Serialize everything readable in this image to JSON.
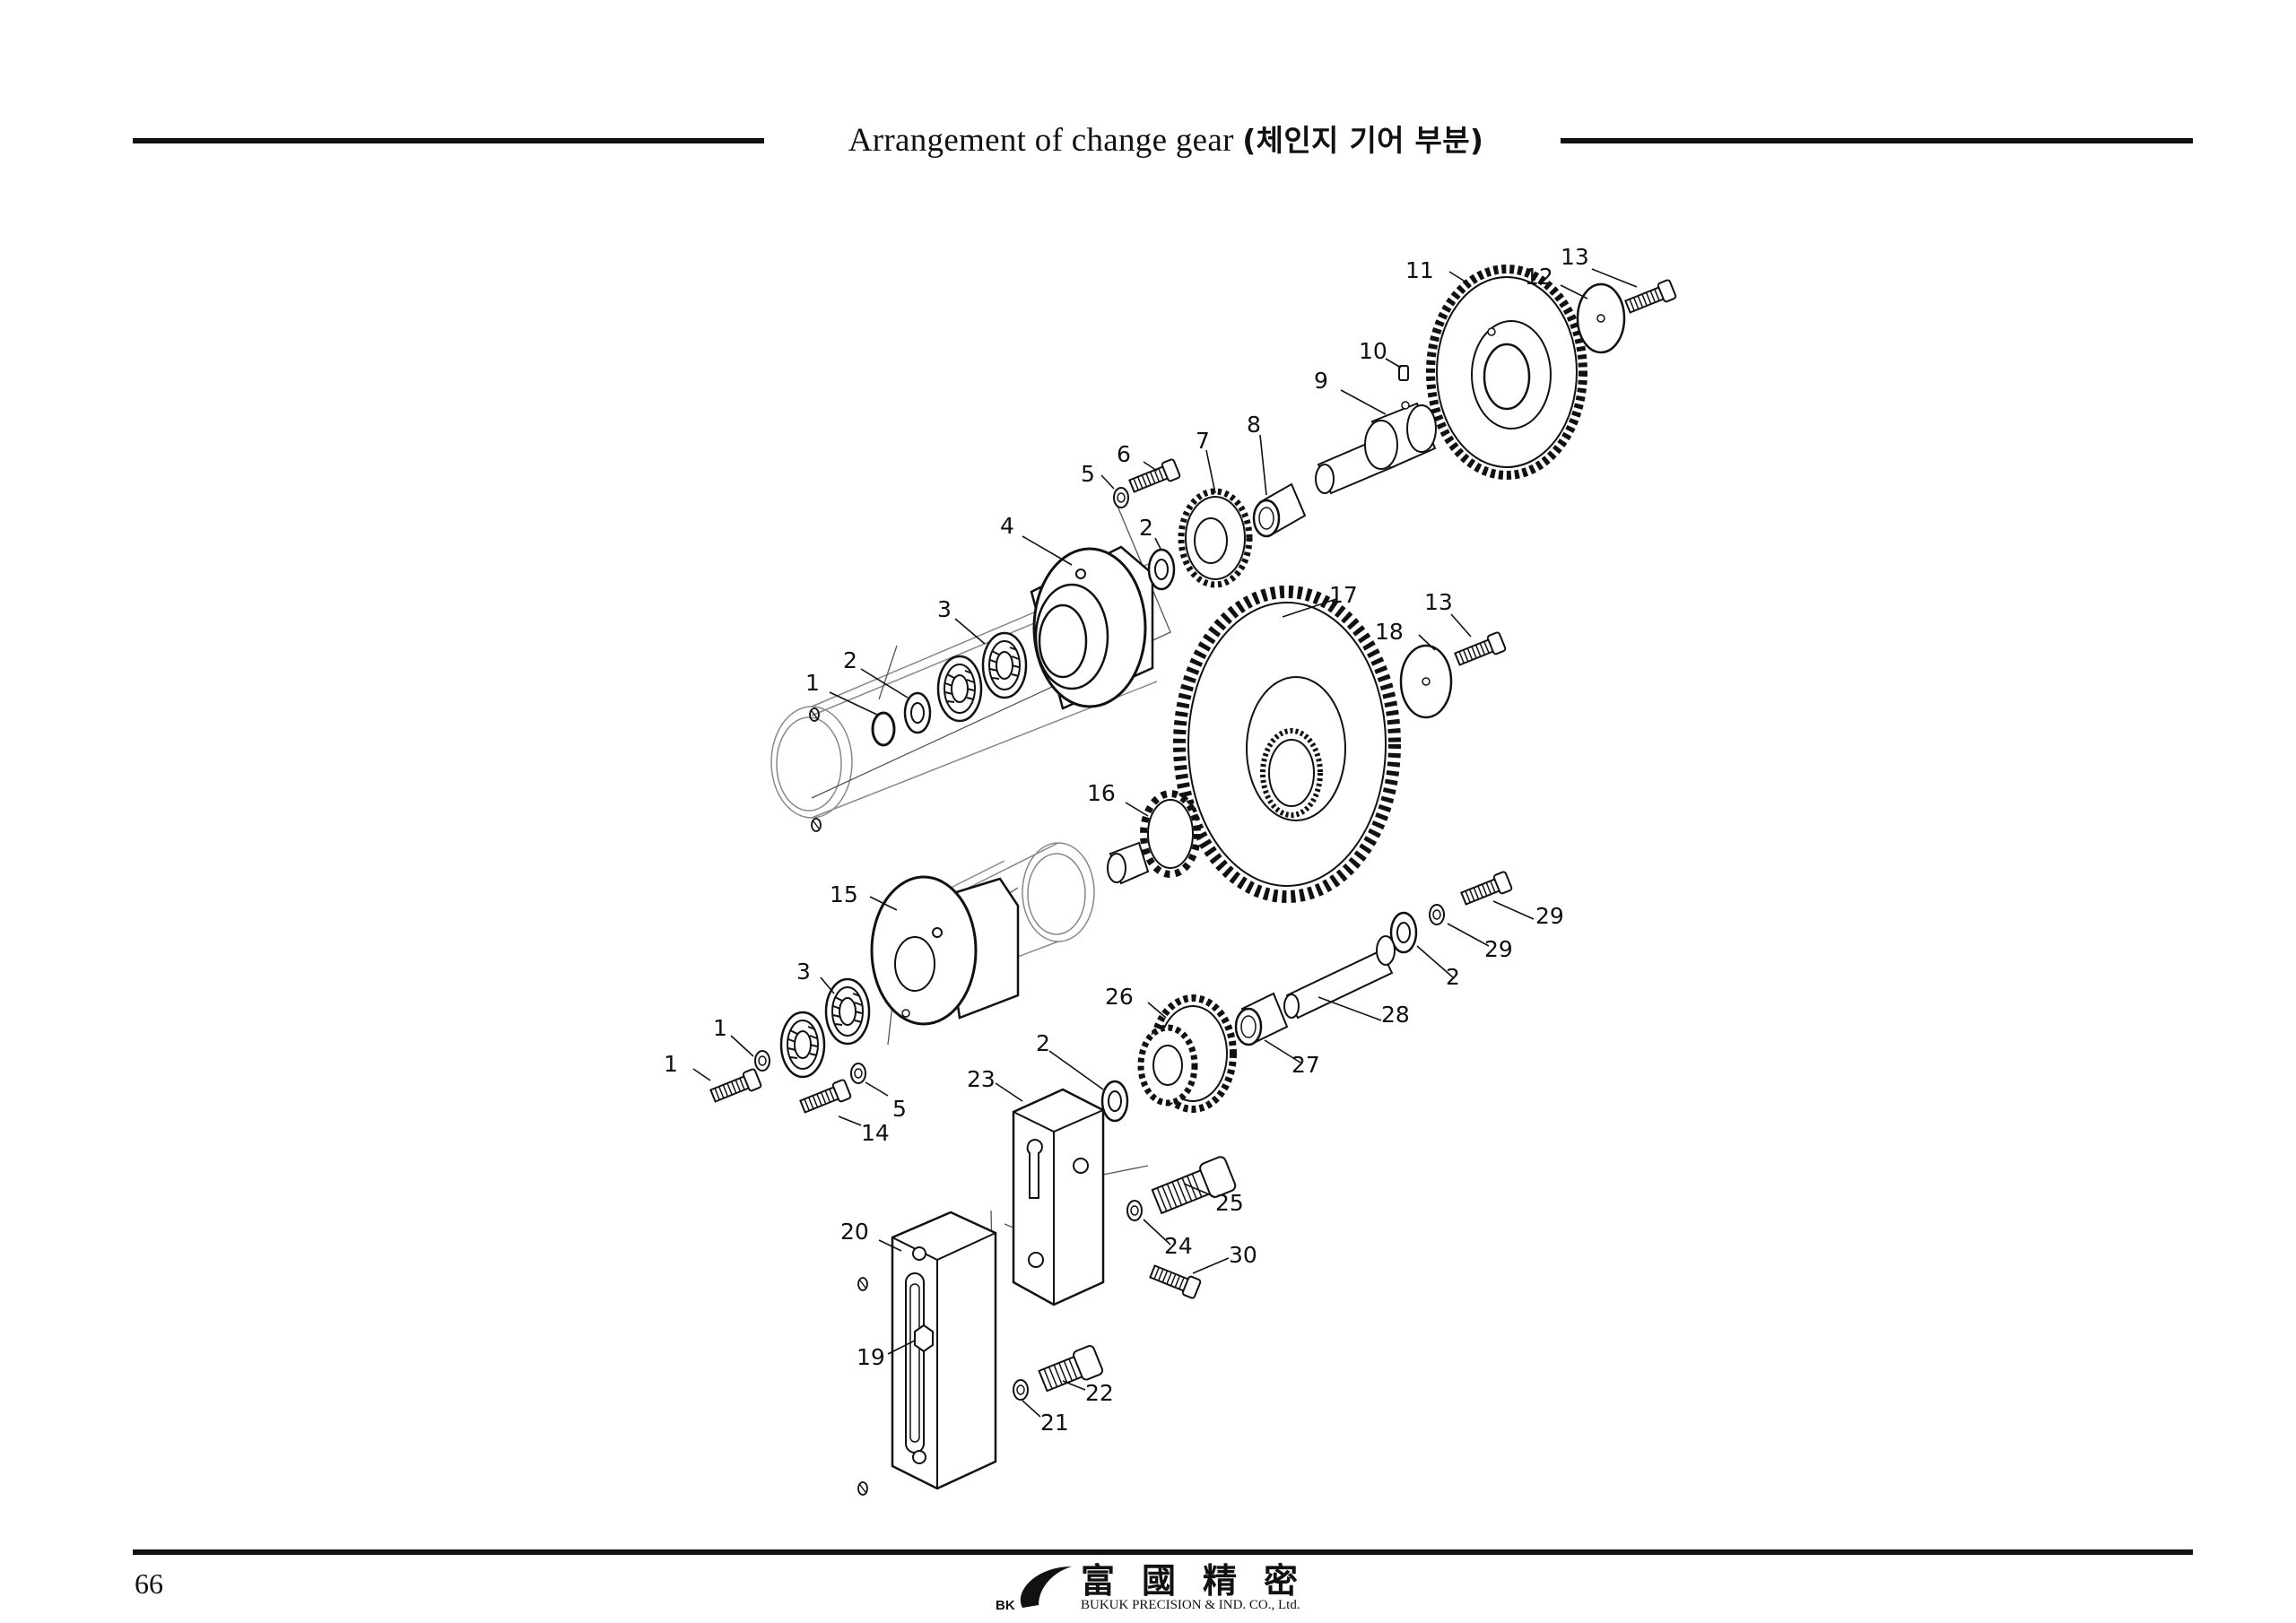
{
  "header": {
    "title": "Arrangement of change gear",
    "title_korean": "(체인지 기어 부분)"
  },
  "diagram": {
    "part_labels": [
      "1",
      "2",
      "3",
      "4",
      "5",
      "6",
      "7",
      "8",
      "9",
      "10",
      "11",
      "12",
      "13",
      "13",
      "17",
      "18",
      "2",
      "16",
      "15",
      "3",
      "1",
      "1",
      "14",
      "5",
      "29",
      "29",
      "2",
      "28",
      "26",
      "2",
      "27",
      "23",
      "25",
      "24",
      "30",
      "20",
      "19",
      "22",
      "21"
    ]
  },
  "footer": {
    "page_number": "66",
    "logo_mark": "BK",
    "company_cjk": "富國精密",
    "company_name": "BUKUK PRECISION & IND. CO., Ltd."
  }
}
